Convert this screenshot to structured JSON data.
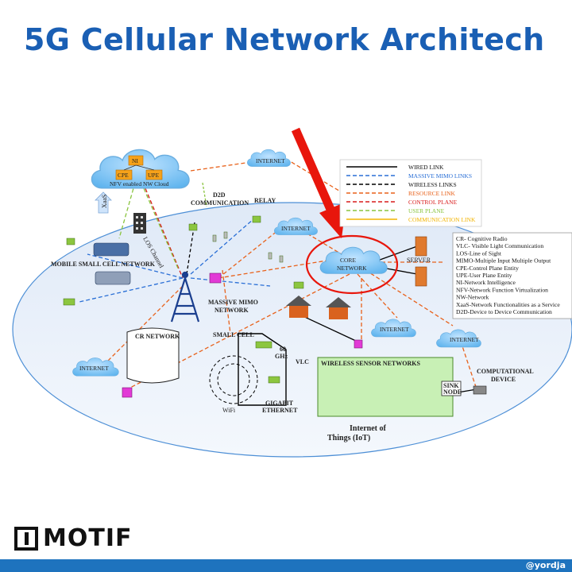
{
  "title": "5G Cellular Network Architech",
  "clouds": {
    "nfv": "NFV enabled NW Cloud",
    "internet_top": "INTERNET",
    "internet_mid": "INTERNET",
    "core": [
      "CORE",
      "NETWORK"
    ],
    "internet_lower_mid": "INTERNET",
    "internet_right": "INTERNET",
    "internet_left": "INTERNET"
  },
  "nfv_boxes": {
    "ni": "NI",
    "cpe": "CPE",
    "upe": "UPE"
  },
  "labels": {
    "xaas": "XaaS",
    "d2d": [
      "D2D",
      "COMMUNICATION"
    ],
    "relay": "RELAY",
    "los": [
      "LOS",
      "Channel"
    ],
    "mobile_small_cell": "MOBILE SMALL CELL NETWORK",
    "massive_mimo": [
      "MASSIVE MIMO",
      "NETWORK"
    ],
    "server": "SERVER",
    "cr_network": "CR NETWORK",
    "small_cell": "SMALL CELL",
    "ghz": [
      "60",
      "GHz"
    ],
    "vlc": "VLC",
    "wifi": "WiFi",
    "gigabit": [
      "GIGABIT",
      "ETHERNET"
    ],
    "wsn": "WIRELESS SENSOR NETWORKS",
    "sink": [
      "SINK",
      "NODE"
    ],
    "computational": [
      "COMPUTATIONAL",
      "DEVICE"
    ],
    "iot": [
      "Internet of",
      "Things (IoT)"
    ]
  },
  "legend": [
    {
      "label": "WIRED LINK",
      "color": "#000000",
      "dash": "0"
    },
    {
      "label": "MASSIVE MIMO LINKS",
      "color": "#2a6fd6",
      "dash": "5 3"
    },
    {
      "label": "WIRELESS LINKS",
      "color": "#000000",
      "dash": "5 3"
    },
    {
      "label": "RESOURCE LINK",
      "color": "#e8611a",
      "dash": "5 3"
    },
    {
      "label": "CONTROL PLANE",
      "color": "#d91b1b",
      "dash": "5 3"
    },
    {
      "label": "USER PLANE",
      "color": "#8ac43f",
      "dash": "5 3"
    },
    {
      "label": "COMMUNICATION LINK",
      "color": "#f2b400",
      "dash": "0"
    }
  ],
  "abbreviations": [
    "CR- Cognitive Radio",
    "VLC- Visible Light Communication",
    "LOS-Line of Sight",
    "MIMO-Multiple Input Multiple Output",
    "CPE-Control Plane Entity",
    "UPE-User Plane Entity",
    "NI-Network Intelligence",
    "NFV-Network Function Virtualization",
    "NW-Network",
    "XaaS-Network Functionalities as a Service",
    "D2D-Device to Device Communication"
  ],
  "brand": "MOTIF",
  "handle": "@yordja",
  "colors": {
    "title": "#1a5fb4",
    "footer": "#1e73be",
    "arrow": "#e8160c"
  }
}
